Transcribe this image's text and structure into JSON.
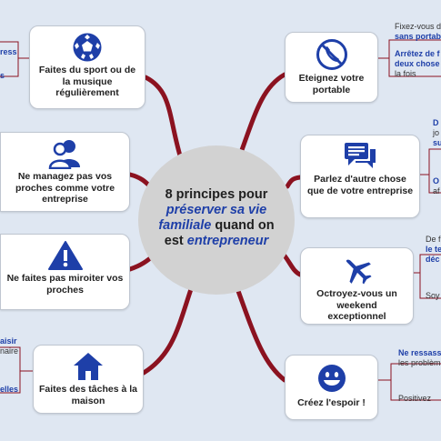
{
  "center": {
    "line1": "8 principes pour",
    "line2": "préserver sa vie",
    "line3a": "familiale",
    "line3b": " quand on",
    "line4a": "est ",
    "line4b": "entrepreneur"
  },
  "left_nodes": [
    {
      "label": "Faites du sport ou de la musique régulièrement",
      "icon": "soccer-ball-icon"
    },
    {
      "label": "Ne managez pas vos proches comme votre entreprise",
      "icon": "users-icon"
    },
    {
      "label": "Ne faites pas miroiter vos proches",
      "icon": "warning-icon"
    },
    {
      "label": "Faites des tâches à la maison",
      "icon": "home-icon"
    }
  ],
  "right_nodes": [
    {
      "label": "Eteignez votre portable",
      "icon": "phone-off-icon"
    },
    {
      "label": "Parlez d'autre chose que de votre entreprise",
      "icon": "chat-icon"
    },
    {
      "label": "Octroyez-vous un weekend exceptionnel",
      "icon": "airplane-icon"
    },
    {
      "label": "Créez l'espoir !",
      "icon": "smiley-icon"
    }
  ],
  "left_subs": {
    "a1": "ress",
    "a2": "s",
    "d1": "aisir",
    "d2": "naire",
    "d3": "elles"
  },
  "right_subs": {
    "p1": "Fixez-vous d",
    "p2": "sans portabl",
    "p3": "Arrêtez de f",
    "p4": "deux chose",
    "p5": "la fois",
    "c1": "D",
    "c2": "jo",
    "c3": "su",
    "c4": "O",
    "c5": "af",
    "w1": "De f",
    "w2": "le te",
    "w3": "déc",
    "w4": "Soy",
    "s1": "Ne ressass",
    "s2": "les problèm",
    "s3": "Positivez"
  },
  "colors": {
    "branch": "#8b1220",
    "accent": "#1e3fa8",
    "background": "#dfe7f2"
  }
}
